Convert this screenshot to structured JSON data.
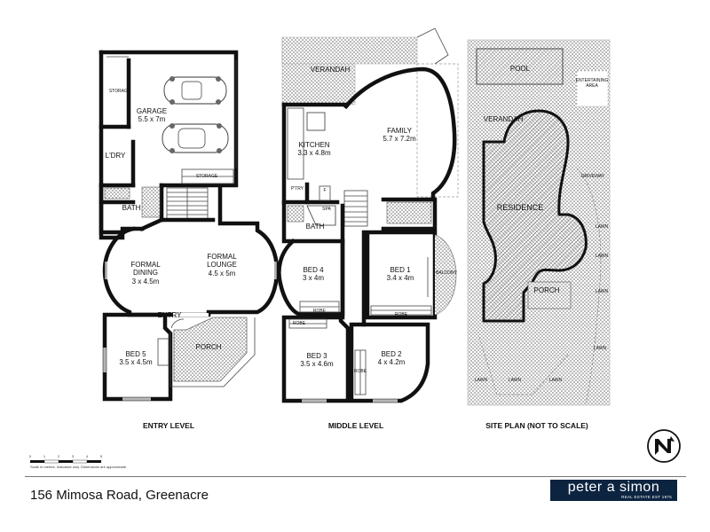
{
  "levels": {
    "entry": "ENTRY LEVEL",
    "middle": "MIDDLE LEVEL",
    "site": "SITE PLAN (NOT TO SCALE)"
  },
  "entry_rooms": {
    "garage": "GARAGE",
    "garage_size": "5.5 x 7m",
    "storage_left": "STORAGE",
    "storage_bottom": "STORAGE",
    "ldry": "L'DRY",
    "bath": "BATH",
    "formal_dining": "FORMAL",
    "formal_dining_2": "DINING",
    "formal_dining_size": "3 x 4.5m",
    "formal_lounge": "FORMAL",
    "formal_lounge_2": "LOUNGE",
    "formal_lounge_size": "4.5 x 5m",
    "entry": "ENTRY",
    "bed5": "BED 5",
    "bed5_size": "3.5 x 4.5m",
    "porch": "PORCH"
  },
  "middle_rooms": {
    "verandah": "VERANDAH",
    "family": "FAMILY",
    "family_size": "5.7 x 7.2m",
    "kitchen": "KITCHEN",
    "kitchen_size": "3.3 x 4.8m",
    "ptry": "P'TRY",
    "f": "F",
    "spa": "SPA",
    "bath": "BATH",
    "bed4": "BED 4",
    "bed4_size": "3 x 4m",
    "bed1": "BED 1",
    "bed1_size": "3.4 x 4m",
    "robe1": "ROBE",
    "robe2": "ROBE",
    "robe3": "ROBE",
    "robe4": "ROBE",
    "balcony": "BALCONY",
    "bed3": "BED 3",
    "bed3_size": "3.5 x 4.6m",
    "bed2": "BED 2",
    "bed2_size": "4 x 4.2m"
  },
  "site": {
    "pool": "POOL",
    "entertaining": "ENTERTAINING",
    "entertaining_2": "AREA",
    "verandah": "VERANDAH",
    "residence": "RESIDENCE",
    "driveway": "DRIVEWAY",
    "porch": "PORCH",
    "lawn": "LAWN"
  },
  "scale_ticks": [
    "0",
    "1",
    "2",
    "3",
    "4",
    "5"
  ],
  "disclaimer": "Scale in metres. Indicative only. Dimensions are approximate.",
  "address": "156 Mimosa Road, Greenacre",
  "brand": {
    "name": "peter a simon",
    "tagline": "REAL ESTATE EST 1975",
    "color": "#0d2440"
  }
}
